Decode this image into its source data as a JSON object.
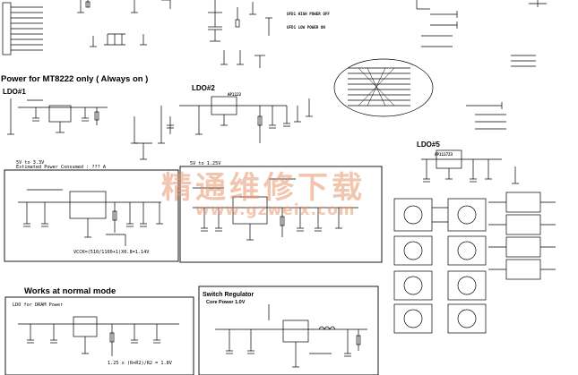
{
  "headings": {
    "mt8222_power": "Power for MT8222 only ( Always on )",
    "ldo1": "LDO#1",
    "ldo2": "LDO#2",
    "ldo5": "LDO#5",
    "normal_mode": "Works at  normal mode",
    "switch_regulator": "Switch Regulator",
    "core_power": "Core Power 1.0V"
  },
  "labels": {
    "ldo2_part": "AP1122",
    "ldo5_part": "AP1117Z3",
    "box_left_title": "5V to 3.3V",
    "box_left_sub": "Estimated Power Consumed : ??? A",
    "box_left_formula": "VCCK=(510/1100+1)X0.8=1.14V",
    "box_mid_title": "5V to 1.25V",
    "ldo_dram": "LDO for DRAM Power",
    "dram_formula": "1.25 x (R+R2)/R2 = 1.8V",
    "high_power": "UFD1 HIGH POWER OFF",
    "low_power": "UFD1 LOW POWER ON"
  },
  "watermark": {
    "text": "精通维修下载",
    "url": "www.gzweix.com",
    "color": "#e8966e"
  }
}
